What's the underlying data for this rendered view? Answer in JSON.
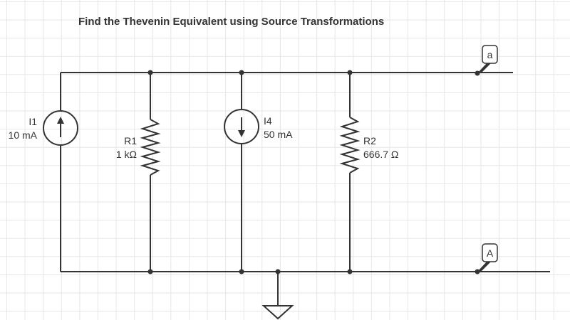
{
  "title": "Find the Thevenin Equivalent using Source Transformations",
  "components": {
    "I1": {
      "name": "I1",
      "value": "10 mA",
      "direction": "up"
    },
    "R1": {
      "name": "R1",
      "value": "1 kΩ"
    },
    "I4": {
      "name": "I4",
      "value": "50 mA",
      "direction": "down"
    },
    "R2": {
      "name": "R2",
      "value": "666.7 Ω"
    }
  },
  "terminals": {
    "top": "a",
    "bottom": "A"
  }
}
